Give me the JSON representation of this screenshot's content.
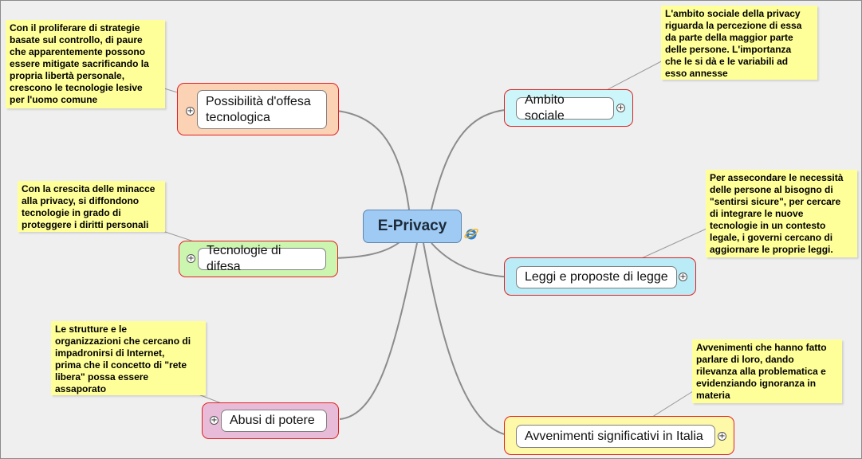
{
  "central": {
    "label": "E-Privacy",
    "icon": "internet-explorer-icon"
  },
  "topics": {
    "offesa": {
      "label_line1": "Possibilità d'offesa",
      "label_line2": "tecnologica",
      "group_color": "#fbd2b4",
      "note": [
        "Con il proliferare di strategie",
        "basate sul controllo, di paure",
        "che apparentemente possono",
        "essere mitigate sacrificando la",
        "propria libertà personale,",
        "crescono le tecnologie lesive",
        "per l'uomo comune"
      ]
    },
    "difesa": {
      "label": "Tecnologie di difesa",
      "group_color": "#ccf5b0",
      "note": [
        "Con la crescita delle minacce",
        "alla privacy, si diffondono",
        "tecnologie in grado di",
        "proteggere i diritti personali"
      ]
    },
    "abusi": {
      "label": "Abusi di potere",
      "group_color": "#e8bcd9",
      "note": [
        "Le strutture e le",
        "organizzazioni che cercano di",
        "impadronirsi di Internet,",
        "prima che il concetto di \"rete",
        "libera\" possa essere",
        "assaporato"
      ]
    },
    "sociale": {
      "label": "Ambito sociale",
      "group_color": "#cdf6fa",
      "note": [
        "L'ambito sociale della privacy",
        "riguarda la percezione di essa",
        "da parte della maggior parte",
        "delle persone. L'importanza",
        "che le si dà e le variabili ad",
        "esso annesse"
      ]
    },
    "leggi": {
      "label": "Leggi e proposte di legge",
      "group_color": "#b9ecf7",
      "note": [
        "Per assecondare le necessità",
        "delle persone al bisogno di",
        "\"sentirsi sicure\", per cercare",
        "di integrare le nuove",
        "tecnologie in un contesto",
        "legale, i governi cercano di",
        "aggiornare le proprie leggi."
      ]
    },
    "avvenimenti": {
      "label": "Avvenimenti significativi in Italia",
      "group_color": "#fdf9a8",
      "note": [
        "Avvenimenti che hanno fatto",
        "parlare di loro, dando",
        "rilevanza alla problematica e",
        "evidenziando ignoranza in",
        "materia"
      ]
    }
  },
  "expander_symbol": "+",
  "colors": {
    "note_bg": "#ffff99",
    "group_border": "#e52020",
    "central_bg": "#9fcaf3",
    "connector": "#8c8c8c"
  }
}
